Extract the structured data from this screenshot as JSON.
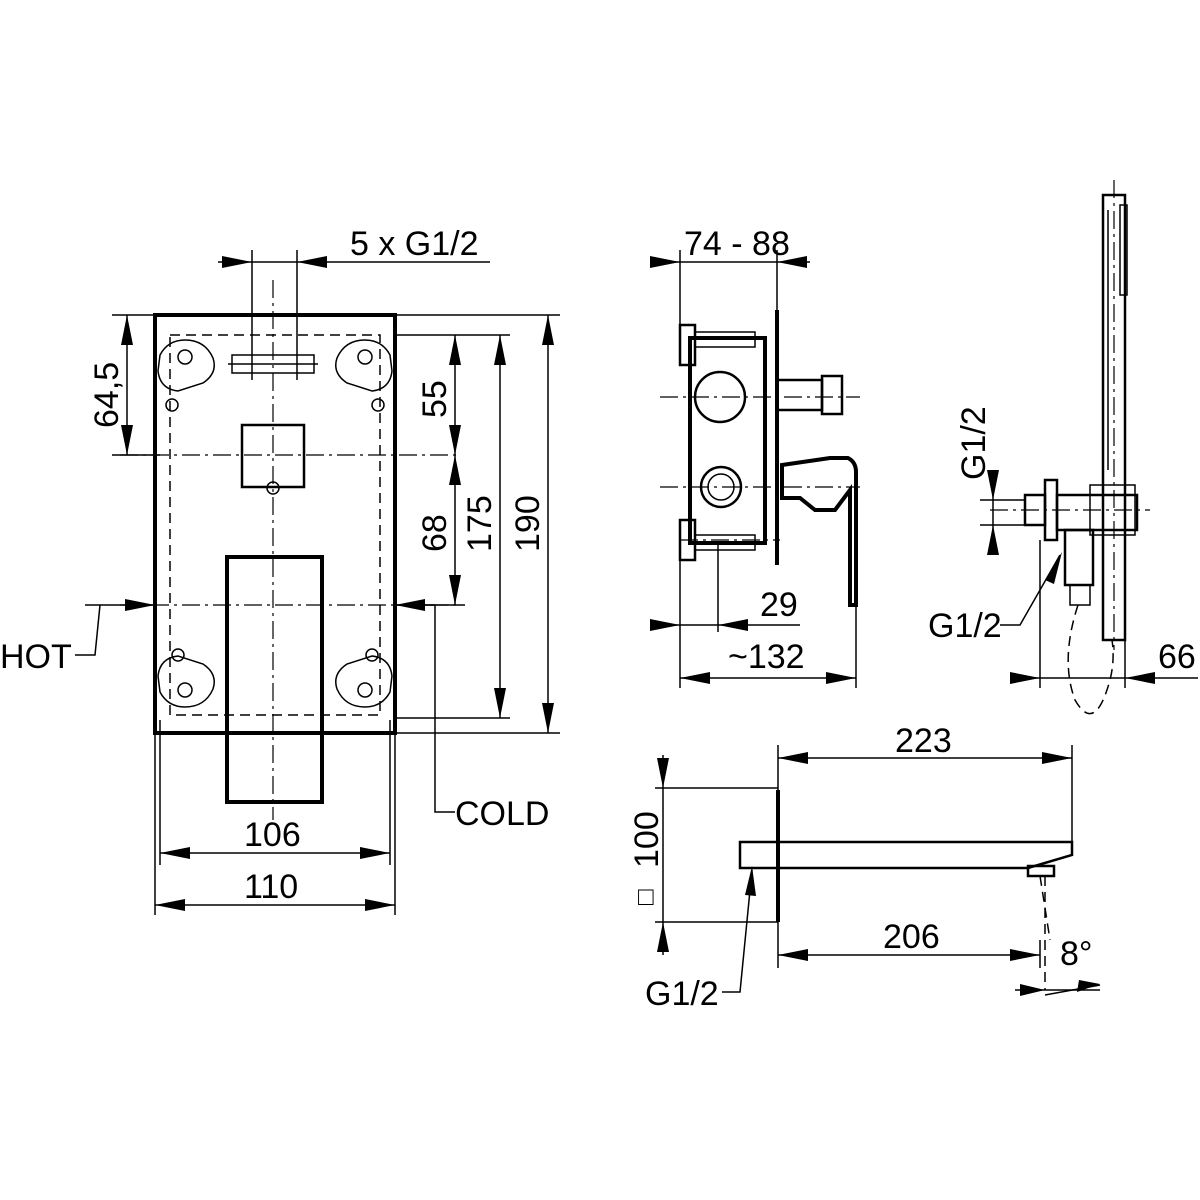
{
  "labels": {
    "inlets": "5 x G1/2",
    "dim_64_5": "64,5",
    "dim_55": "55",
    "dim_68": "68",
    "dim_175": "175",
    "dim_190": "190",
    "dim_106": "106",
    "dim_110": "110",
    "hot": "HOT",
    "cold": "COLD",
    "depth_range": "74 - 88",
    "dim_29": "29",
    "dim_132": "~132",
    "thread_top": "G1/2",
    "thread_side": "G1/2",
    "dim_66": "66",
    "dim_223": "223",
    "dim_206": "206",
    "dim_100": "100",
    "square_symbol": "□",
    "thread_spout": "G1/2",
    "angle": "8°"
  }
}
